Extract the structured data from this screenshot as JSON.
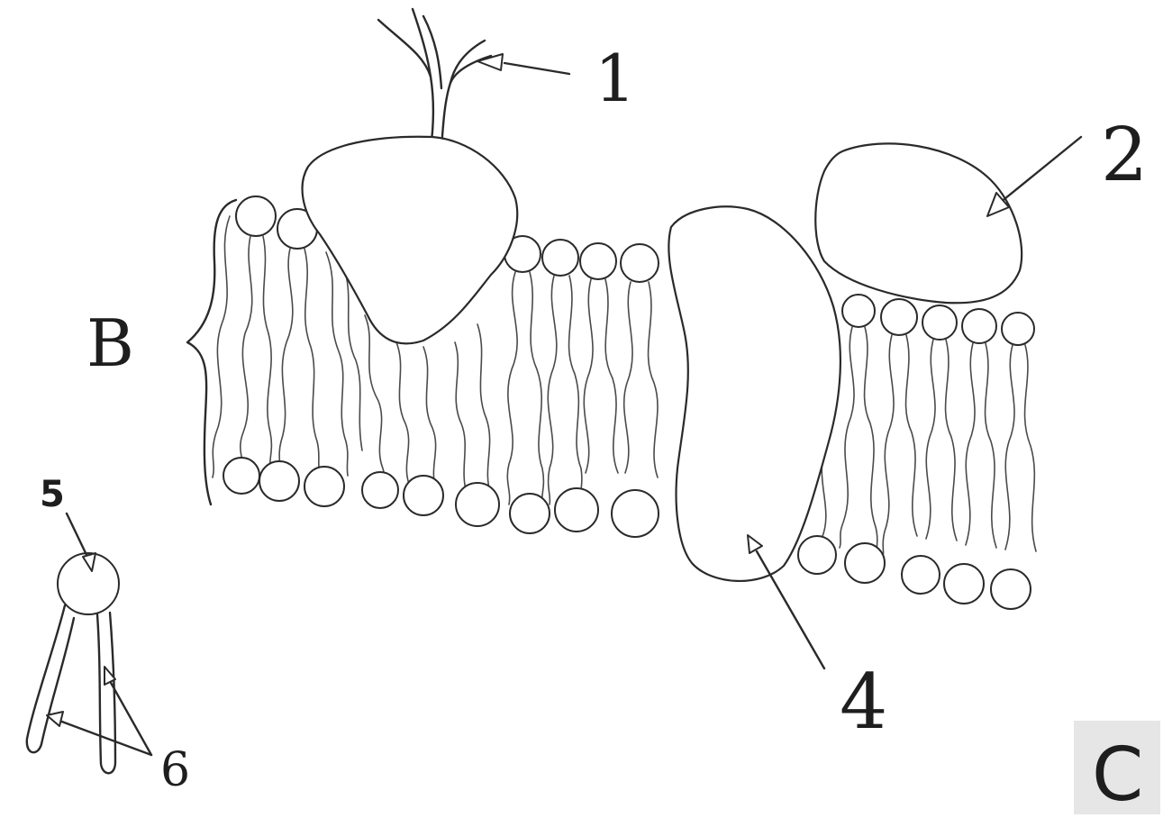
{
  "labels": {
    "l1": "1",
    "l2": "2",
    "l3": "B",
    "l4": "4",
    "l5": "5",
    "l6": "6",
    "corner": "C"
  },
  "colors": {
    "ink": "#2a2a2a",
    "paper": "#ffffff",
    "corner_patch": "#e6e6e6"
  }
}
